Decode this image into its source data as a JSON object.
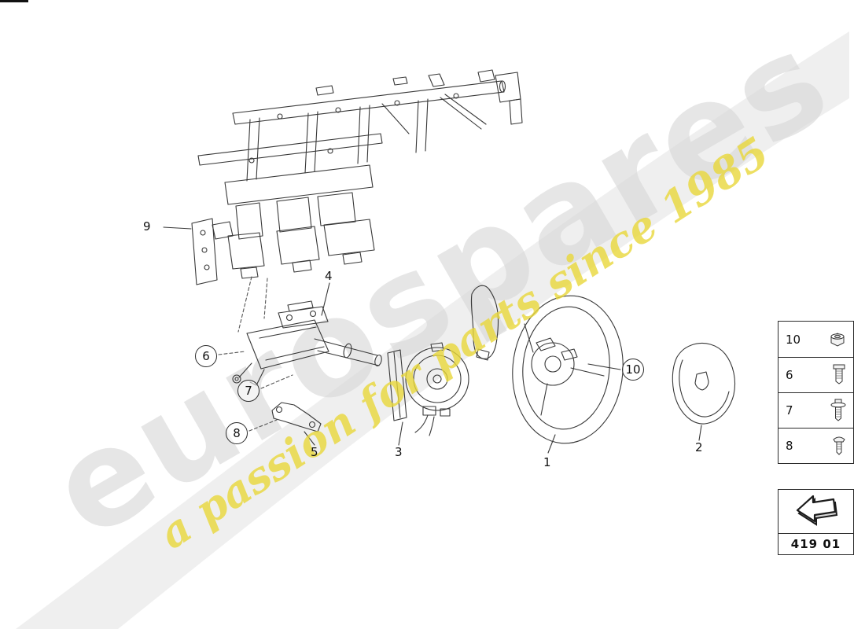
{
  "watermark": {
    "brand": "eurospares",
    "tagline": "a passion for parts since 1985"
  },
  "colors": {
    "watermark_gray": "#d7d7d7",
    "watermark_yellow": "#e9d83b",
    "line_art": "#383838"
  },
  "callouts": [
    {
      "label": "9",
      "style": "plain"
    },
    {
      "label": "4",
      "style": "plain"
    },
    {
      "label": "6",
      "style": "circled"
    },
    {
      "label": "7",
      "style": "circled"
    },
    {
      "label": "8",
      "style": "circled"
    },
    {
      "label": "5",
      "style": "plain"
    },
    {
      "label": "3",
      "style": "plain"
    },
    {
      "label": "1",
      "style": "plain"
    },
    {
      "label": "10",
      "style": "circled"
    },
    {
      "label": "2",
      "style": "plain"
    }
  ],
  "legend": {
    "items": [
      {
        "label": "10",
        "icon": "cap-nut-icon"
      },
      {
        "label": "6",
        "icon": "hex-bolt-icon"
      },
      {
        "label": "7",
        "icon": "flanged-screw-icon"
      },
      {
        "label": "8",
        "icon": "pan-head-screw-icon"
      }
    ]
  },
  "part_code": "419 01"
}
